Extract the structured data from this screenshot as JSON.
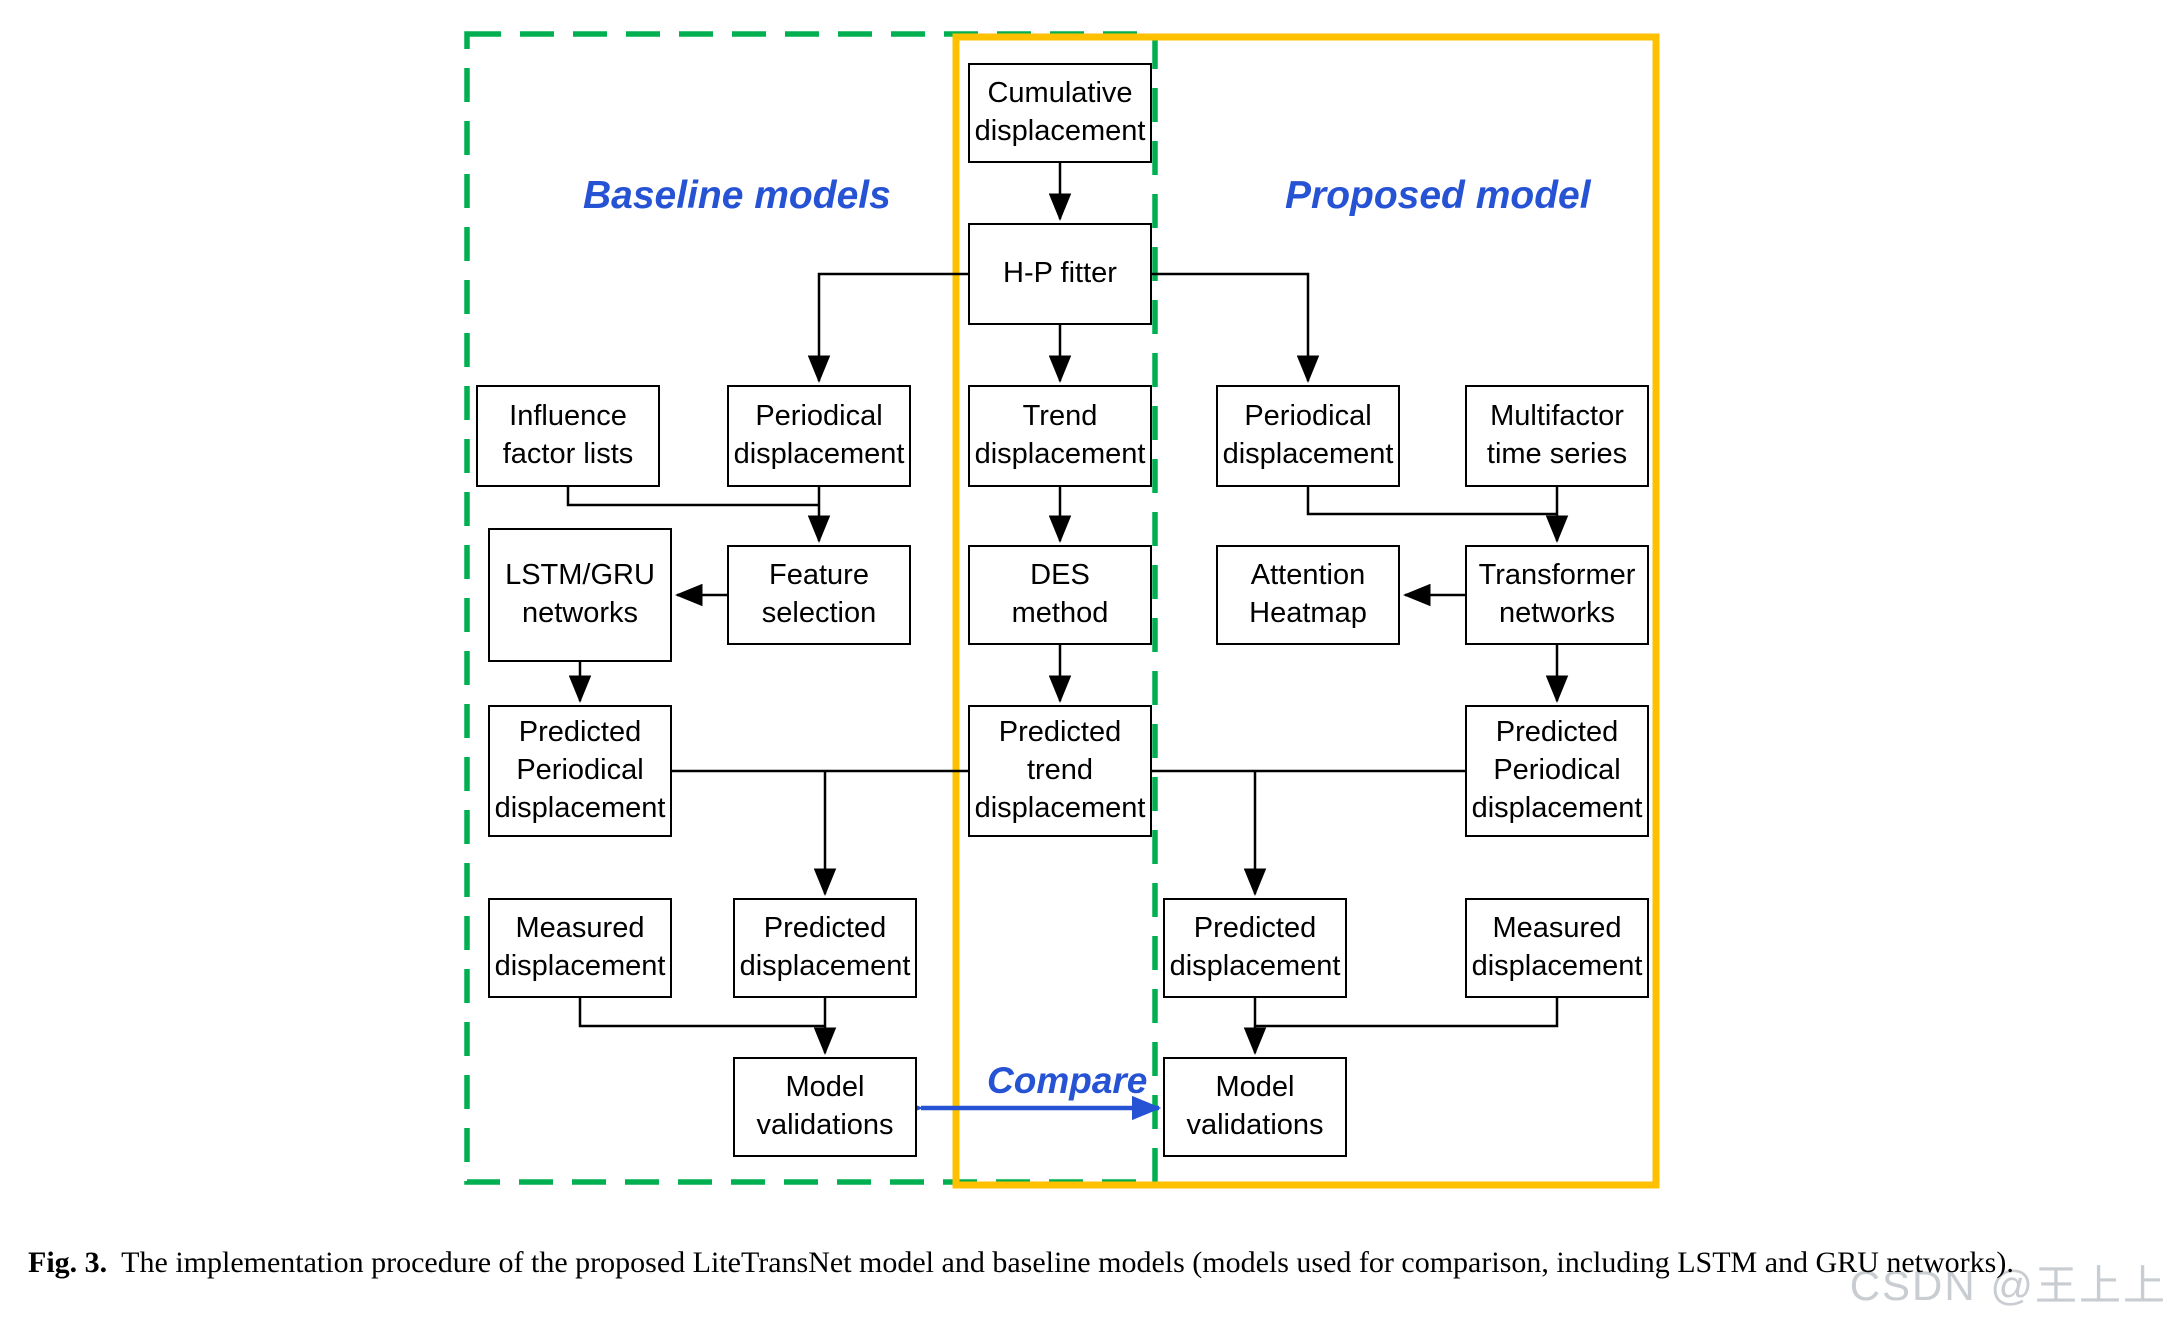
{
  "regions": {
    "baseline_label": "Baseline models",
    "proposed_label": "Proposed model",
    "compare_label": "Compare"
  },
  "boxes": [
    {
      "id": "cumulative-displacement",
      "label": "Cumulative\ndisplacement"
    },
    {
      "id": "hp-fitter",
      "label": "H-P fitter"
    },
    {
      "id": "trend-displacement",
      "label": "Trend\ndisplacement"
    },
    {
      "id": "des-method",
      "label": "DES\nmethod"
    },
    {
      "id": "predicted-trend-displacement",
      "label": "Predicted\ntrend\ndisplacement"
    },
    {
      "id": "influence-factor-lists",
      "label": "Influence\nfactor lists"
    },
    {
      "id": "periodical-displacement-left",
      "label": "Periodical\ndisplacement"
    },
    {
      "id": "lstm-gru-networks",
      "label": "LSTM/GRU\nnetworks"
    },
    {
      "id": "feature-selection",
      "label": "Feature\nselection"
    },
    {
      "id": "predicted-periodical-displacement-left",
      "label": "Predicted\nPeriodical\ndisplacement"
    },
    {
      "id": "measured-displacement-left",
      "label": "Measured\ndisplacement"
    },
    {
      "id": "predicted-displacement-left",
      "label": "Predicted\ndisplacement"
    },
    {
      "id": "model-validations-left",
      "label": "Model\nvalidations"
    },
    {
      "id": "periodical-displacement-right",
      "label": "Periodical\ndisplacement"
    },
    {
      "id": "multifactor-time-series",
      "label": "Multifactor\ntime series"
    },
    {
      "id": "attention-heatmap",
      "label": "Attention\nHeatmap"
    },
    {
      "id": "transformer-networks",
      "label": "Transformer\nnetworks"
    },
    {
      "id": "predicted-periodical-displacement-right",
      "label": "Predicted\nPeriodical\ndisplacement"
    },
    {
      "id": "predicted-displacement-right",
      "label": "Predicted\ndisplacement"
    },
    {
      "id": "measured-displacement-right",
      "label": "Measured\ndisplacement"
    },
    {
      "id": "model-validations-right",
      "label": "Model\nvalidations"
    }
  ],
  "caption": {
    "tag": "Fig. 3.",
    "text": "The implementation procedure of the proposed LiteTransNet model and baseline models (models used for comparison, including LSTM and GRU networks)."
  },
  "watermark": "CSDN @王上上",
  "colors": {
    "green_dashed_border": "#00B050",
    "yellow_border": "#FFC000",
    "accent_blue": "#2652D4",
    "line_black": "#000000"
  }
}
